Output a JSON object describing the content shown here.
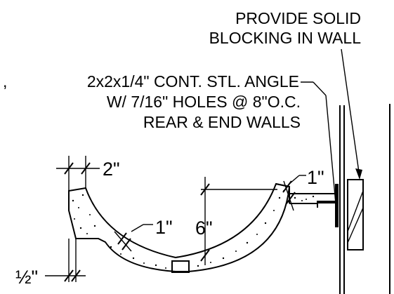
{
  "notes": {
    "blocking_line1": "PROVIDE SOLID",
    "blocking_line2": "BLOCKING IN WALL",
    "angle_line1": "2x2x1/4\" CONT. STL. ANGLE",
    "angle_line2": "W/ 7/16\" HOLES @ 8\"O.C.",
    "angle_line3": "REAR & END WALLS",
    "stray_mark": ","
  },
  "dimensions": {
    "lip_width": "2\"",
    "right_wall": "1\"",
    "curve_thickness": "1\"",
    "bowl_depth": "6\"",
    "bottom_edge": "½\""
  }
}
